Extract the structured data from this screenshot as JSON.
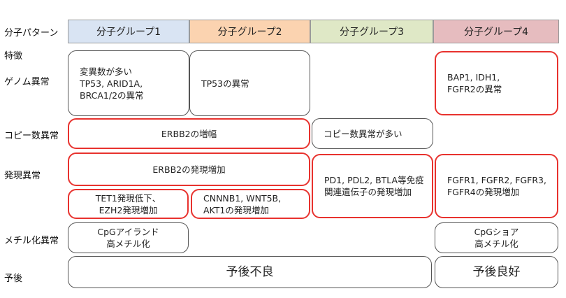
{
  "row_labels": {
    "pattern": "分子パターン",
    "features": "特徴",
    "genome": "ゲノム異常",
    "copy": "コピー数異常",
    "expression": "発現異常",
    "methylation": "メチル化異常",
    "prognosis": "予後"
  },
  "groups": [
    {
      "label": "分子グループ1",
      "color": "#d9e4f3"
    },
    {
      "label": "分子グループ2",
      "color": "#fbd3b0"
    },
    {
      "label": "分子グループ3",
      "color": "#dfe8c6"
    },
    {
      "label": "分子グループ4",
      "color": "#e6bcbf"
    }
  ],
  "cells": {
    "genome_g1": [
      "変異数が多い",
      "TP53, ARID1A,",
      "BRCA1/2の異常"
    ],
    "genome_g2": [
      "TP53の異常"
    ],
    "genome_g4": [
      "BAP1, IDH1,",
      "FGFR2の異常"
    ],
    "copy_g12": [
      "ERBB2の増幅"
    ],
    "copy_g3": [
      "コピー数異常が多い"
    ],
    "expr_g12": [
      "ERBB2の発現増加"
    ],
    "expr_g3": [
      "PD1, PDL2, BTLA等免疫",
      "関連遺伝子の発現増加"
    ],
    "expr_g4": [
      "FGFR1, FGFR2, FGFR3,",
      "FGFR4の発現増加"
    ],
    "expr_g1b": [
      "TET1発現低下、",
      "EZH2発現増加"
    ],
    "expr_g2b": [
      "CNNNB1, WNT5B,",
      "AKT1の発現増加"
    ],
    "meth_g1": [
      "CpGアイランド",
      "高メチル化"
    ],
    "meth_g4": [
      "CpGショア",
      "高メチル化"
    ],
    "prog_g123": [
      "予後不良"
    ],
    "prog_g4": [
      "予後良好"
    ]
  },
  "colors": {
    "highlight_border": "#e8322e",
    "normal_border": "#555555"
  }
}
